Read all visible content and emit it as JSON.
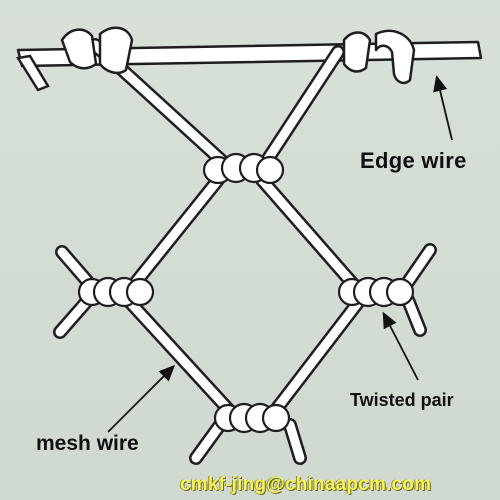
{
  "labels": {
    "edge_wire": "Edge wire",
    "twisted_pair": "Twisted pair",
    "mesh_wire": "mesh wire"
  },
  "watermark": "cmkf-jing@chinaapcm.com",
  "colors": {
    "background": "#d4ddd4",
    "wire_fill": "#ffffff",
    "wire_outline": "#1e1e1e",
    "watermark": "#f7f35a"
  }
}
